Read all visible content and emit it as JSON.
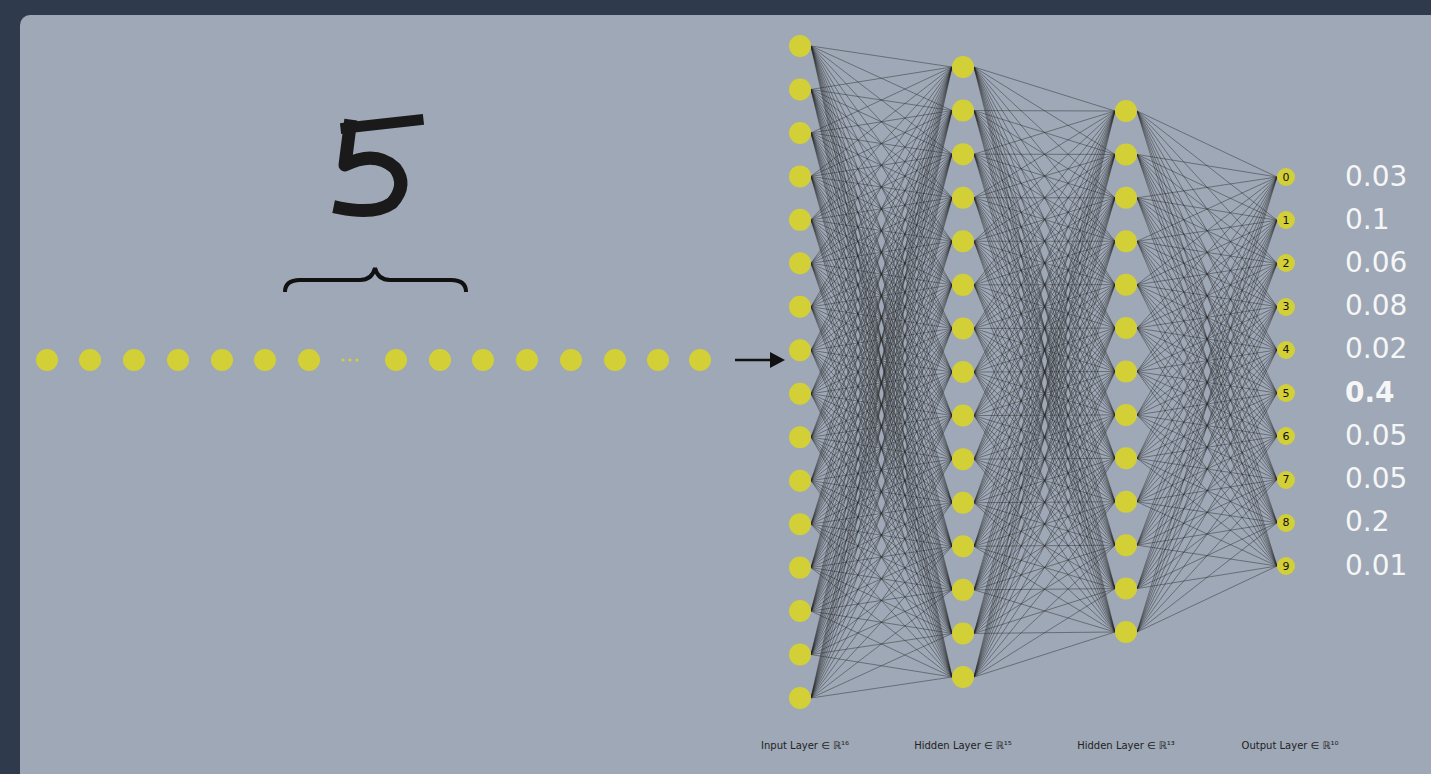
{
  "diagram": {
    "nodes": [
      {
        "text": [
          "0"
        ]
      },
      {
        "text": [
          "1"
        ]
      },
      {
        "text": [
          "2"
        ]
      },
      {
        "text": [
          "3"
        ]
      },
      {
        "text": [
          "4"
        ]
      },
      {
        "text": [
          "5"
        ]
      },
      {
        "text": [
          "6"
        ]
      },
      {
        "text": [
          "7"
        ]
      },
      {
        "text": [
          "8"
        ]
      },
      {
        "text": [
          "9"
        ]
      }
    ],
    "labels": [
      "0.03",
      "0.1",
      "0.06",
      "0.08",
      "0.02",
      "0.4",
      "0.05",
      "0.05",
      "0.2",
      "0.01",
      "Input Layer ∈ ℝ¹⁶",
      "Hidden Layer ∈ ℝ¹⁵",
      "Hidden Layer ∈ ℝ¹³",
      "Output Layer ∈ ℝ¹⁰"
    ]
  }
}
